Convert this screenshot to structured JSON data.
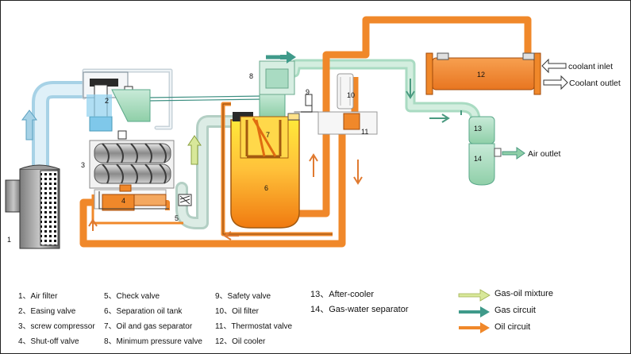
{
  "diagram": {
    "component_numbers": [
      "1",
      "2",
      "3",
      "4",
      "5",
      "6",
      "7",
      "8",
      "9",
      "10",
      "11",
      "12",
      "13",
      "14"
    ],
    "labels": {
      "coolant_inlet": "coolant inlet",
      "coolant_outlet": "Coolant outlet",
      "air_outlet": "Air outlet"
    },
    "legend": [
      "1、Air filter",
      "2、Easing valve",
      "3、screw compressor",
      "4、Shut-off valve",
      "5、Check valve",
      "6、Separation oil tank",
      "7、Oil and gas separator",
      "8、Minimum pressure valve",
      "9、Safety valve",
      "10、Oil filter",
      "11、Thermostat valve",
      "12、Oil cooler",
      "13、After-cooler",
      "14、Gas-water separator"
    ],
    "flows": [
      {
        "label": "Gas-oil mixture",
        "color": "#d8e89a"
      },
      {
        "label": "Gas circuit",
        "color": "#3f9a8a"
      },
      {
        "label": "Oil circuit",
        "color": "#f0882a"
      }
    ]
  }
}
